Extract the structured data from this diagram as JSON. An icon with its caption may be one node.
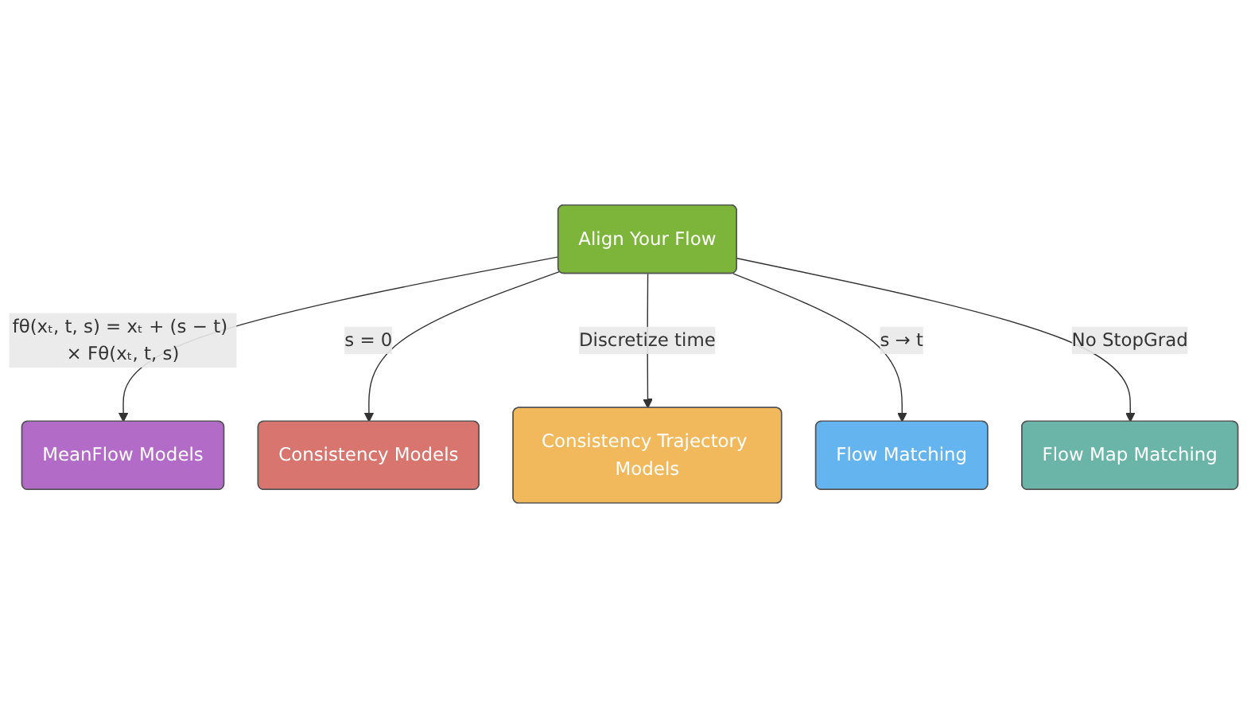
{
  "diagram": {
    "nodes": [
      {
        "text": [
          "MeanFlow Models"
        ]
      },
      {
        "text": [
          "Consistency Models"
        ]
      },
      {
        "text": [
          "Align Your Flow"
        ]
      },
      {
        "text": [
          "Consistency Trajectory Models"
        ]
      },
      {
        "text": [
          "Flow Matching"
        ]
      },
      {
        "text": [
          "Flow Map Matching"
        ]
      }
    ],
    "edges": [
      {
        "from": 2,
        "to": 0,
        "arrow": "to",
        "label": "fθ(xₜ, t, s) = xₜ + (s − t) × Fθ(xₜ, t, s)"
      },
      {
        "from": 2,
        "to": 1,
        "arrow": "to",
        "label": "s = 0"
      },
      {
        "from": 2,
        "to": 3,
        "arrow": "to",
        "label": "Discretize time"
      },
      {
        "from": 2,
        "to": 4,
        "arrow": "to",
        "label": "s → t"
      },
      {
        "from": 2,
        "to": 5,
        "arrow": "to",
        "label": "No StopGrad"
      }
    ]
  }
}
